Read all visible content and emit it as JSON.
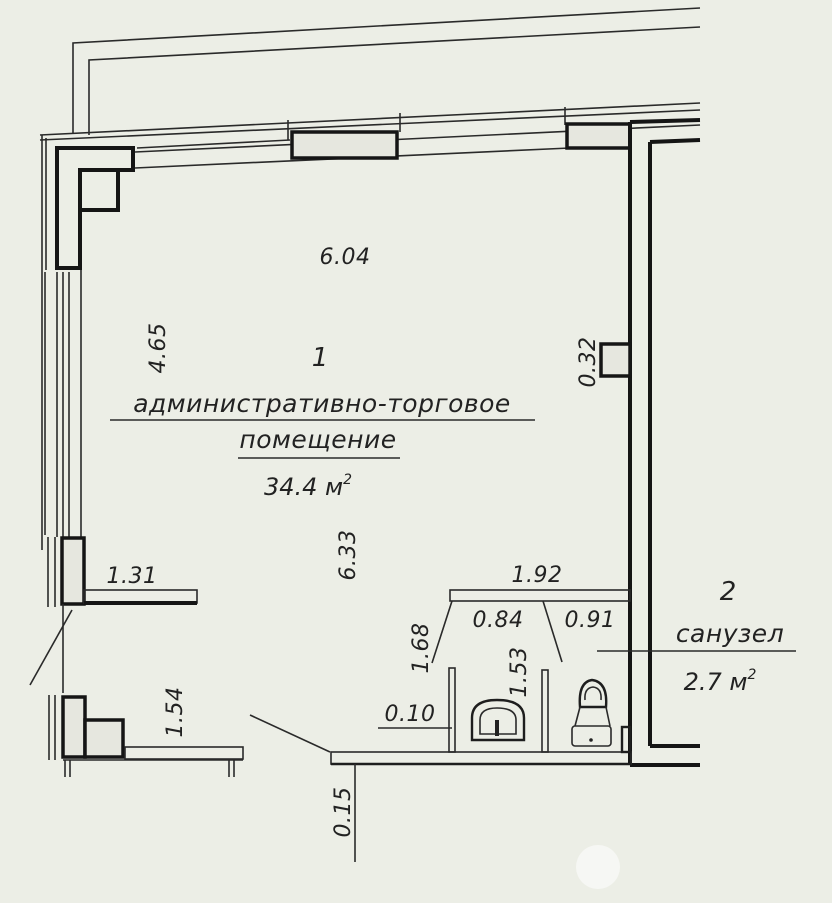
{
  "plan": {
    "type": "floor plan",
    "rooms": [
      {
        "number": "1",
        "name_line1": "административно-торговое",
        "name_line2": "помещение",
        "area_value": "34.4 м",
        "area_unit_sup": "2"
      },
      {
        "number": "2",
        "name": "санузел",
        "area_value": "2.7 м",
        "area_unit_sup": "2"
      }
    ],
    "dimensions": {
      "top_width": "6.04",
      "left_wall": "4.65",
      "column_depth": "0.32",
      "left_partition": "1.31",
      "room_depth": "6.33",
      "entry_partition": "1.54",
      "bath_width": "1.92",
      "sink_zone": "0.84",
      "wc_zone": "0.91",
      "bath_diag": "1.68",
      "bath_inner": "1.53",
      "wall_thickness_bath": "0.10",
      "wall_thickness_bottom": "0.15"
    },
    "colors": {
      "paper": "#eceee6",
      "ink": "#1e1e1e"
    }
  }
}
